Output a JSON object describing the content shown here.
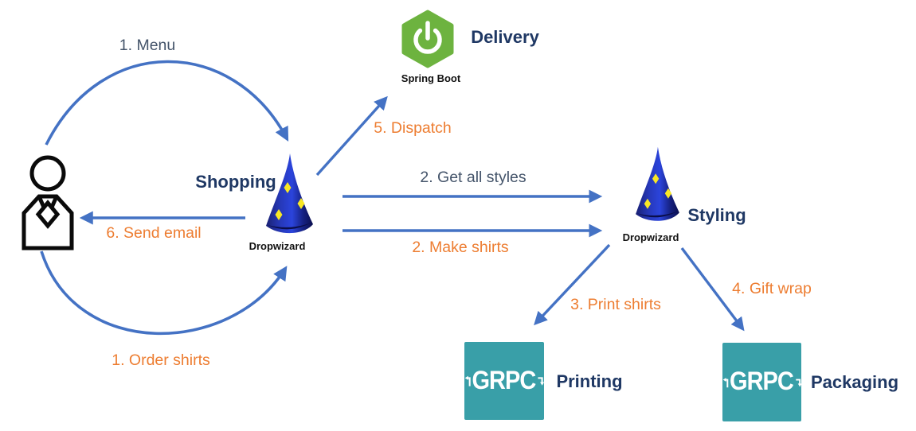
{
  "diagram": {
    "type": "microservices-sequence-flow",
    "colors": {
      "arrow_blue": "#4472C4",
      "flow_label_orange": "#ED7D31",
      "flow_label_dark": "#44546A",
      "service_name_navy": "#1F3864",
      "spring_boot_green": "#6DB33F",
      "grpc_teal": "#399FA8",
      "dropwizard_hat_blue": "#2B44DC",
      "hat_star_yellow": "#F8E725"
    },
    "services": {
      "customer": {
        "icon": "customer-person"
      },
      "shopping": {
        "name": "Shopping",
        "platform": "Dropwizard"
      },
      "styling": {
        "name": "Styling",
        "platform": "Dropwizard"
      },
      "delivery": {
        "name": "Delivery",
        "platform": "Spring Boot"
      },
      "printing": {
        "name": "Printing",
        "logo_text": "GRPC"
      },
      "packaging": {
        "name": "Packaging",
        "logo_text": "GRPC"
      }
    },
    "flows": {
      "menu": {
        "label": "1. Menu",
        "from": "shopping",
        "to": "customer"
      },
      "order_shirts": {
        "label": "1. Order shirts",
        "from": "customer",
        "to": "shopping"
      },
      "get_all_styles": {
        "label": "2. Get all styles",
        "from": "shopping",
        "to": "styling"
      },
      "make_shirts": {
        "label": "2. Make shirts",
        "from": "shopping",
        "to": "styling"
      },
      "print_shirts": {
        "label": "3. Print shirts",
        "from": "styling",
        "to": "printing"
      },
      "gift_wrap": {
        "label": "4. Gift wrap",
        "from": "styling",
        "to": "packaging"
      },
      "dispatch": {
        "label": "5. Dispatch",
        "from": "shopping",
        "to": "delivery"
      },
      "send_email": {
        "label": "6. Send email",
        "from": "shopping",
        "to": "customer"
      }
    }
  }
}
